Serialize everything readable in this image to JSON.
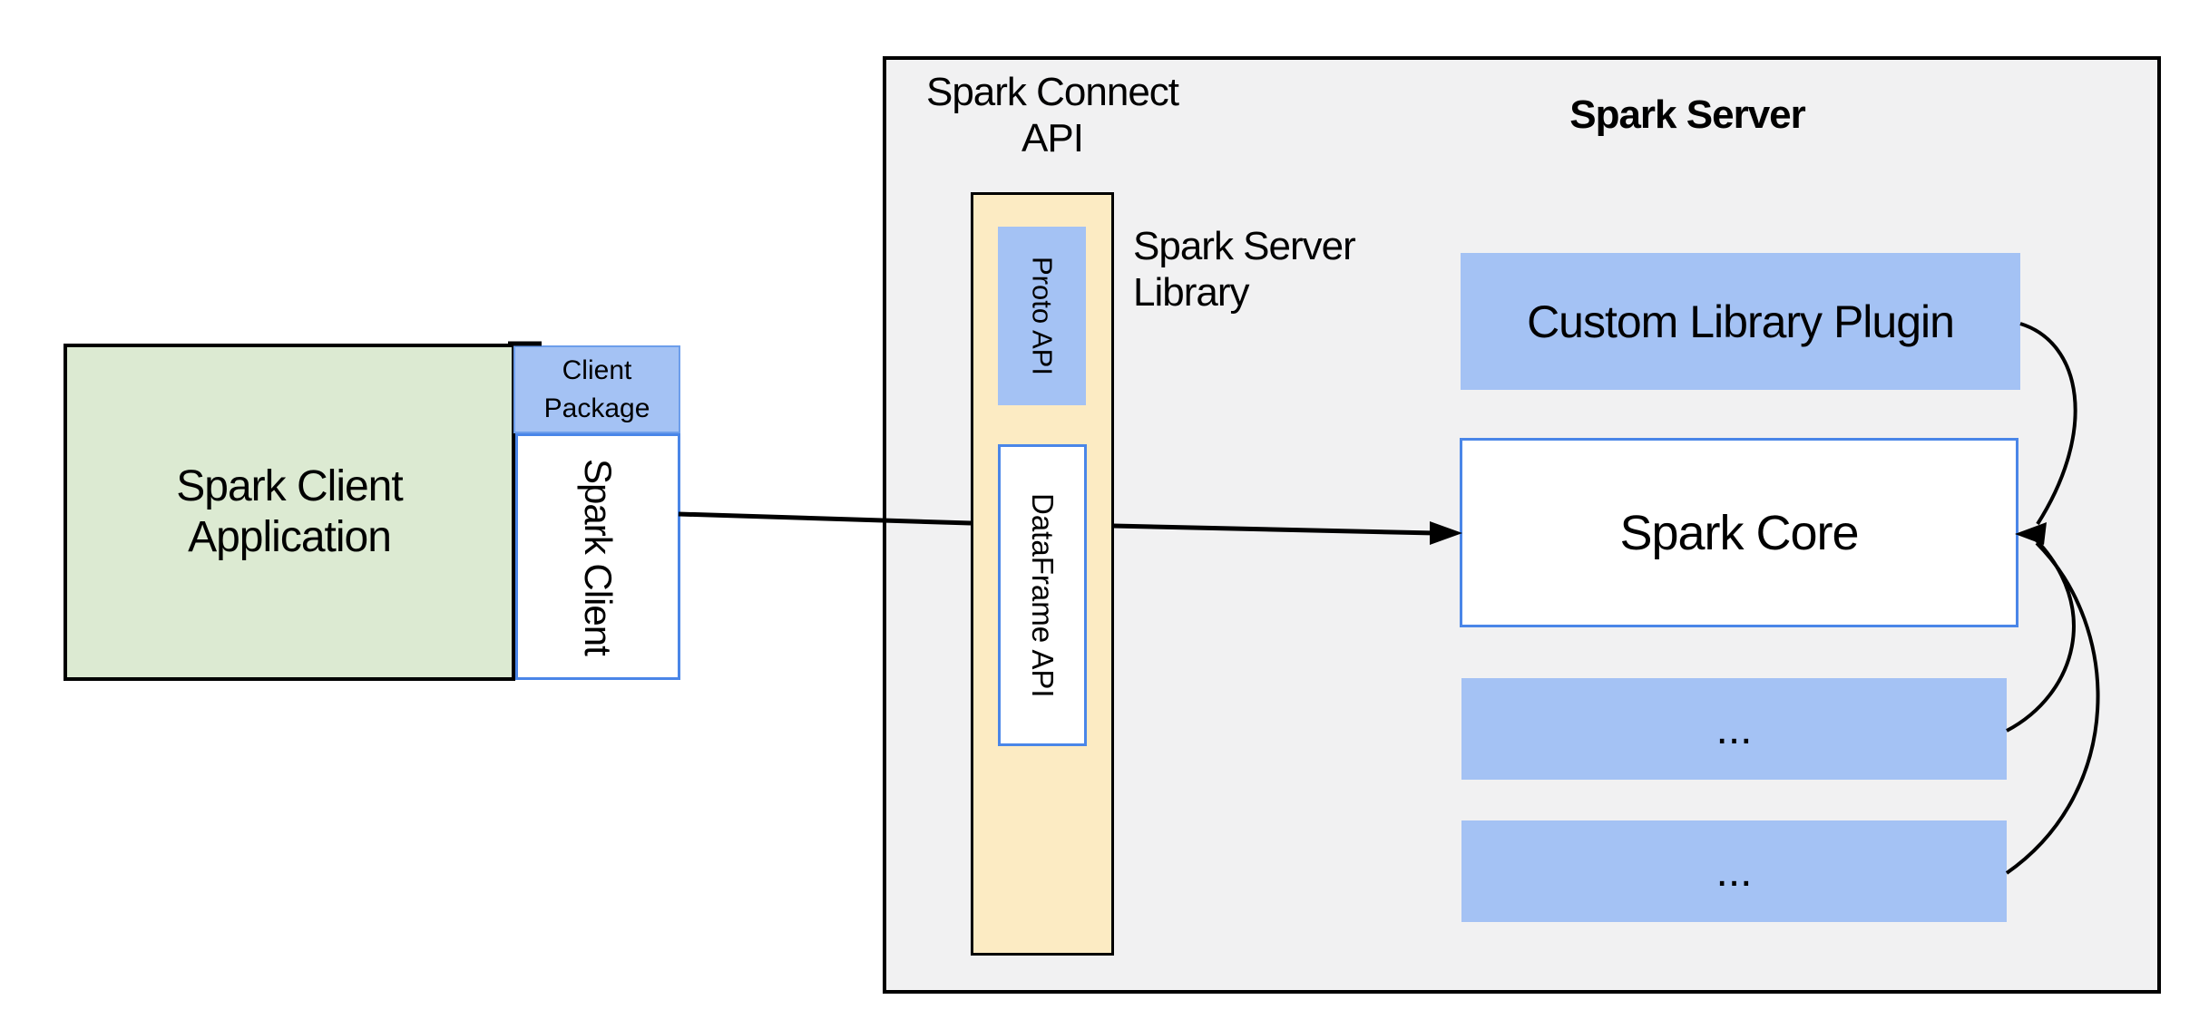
{
  "colors": {
    "green_fill": "#dcead2",
    "blue_fill": "#a4c2f4",
    "blue_border": "#4a86e8",
    "package_border": "#6d9eeb",
    "yellow_fill": "#fcebc3",
    "gray_fill": "#f1f1f2",
    "connector": "#000000"
  },
  "client_app": {
    "label": "Spark Client\nApplication",
    "package_label": "Client\nPackage",
    "client_label": "Spark Client"
  },
  "connect_api": {
    "title": "Spark Connect\nAPI",
    "proto_label": "Proto API",
    "dataframe_label": "DataFrame API",
    "library_label": "Spark Server\nLibrary"
  },
  "server": {
    "title": "Spark Server",
    "plugin_label": "Custom Library Plugin",
    "core_label": "Spark Core",
    "more_labels": [
      "...",
      "..."
    ]
  }
}
